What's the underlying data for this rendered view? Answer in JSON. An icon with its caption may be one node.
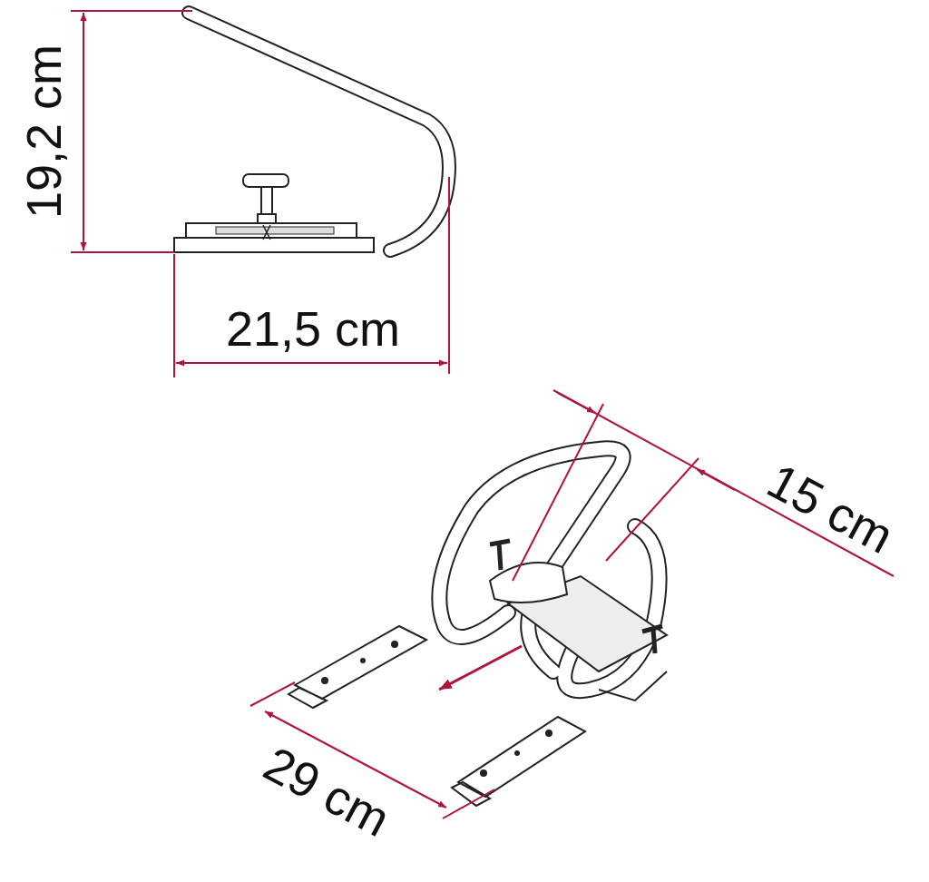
{
  "diagram": {
    "labels": [
      "19,2 cm",
      "21,5 cm",
      "15 cm",
      "29 cm"
    ]
  }
}
